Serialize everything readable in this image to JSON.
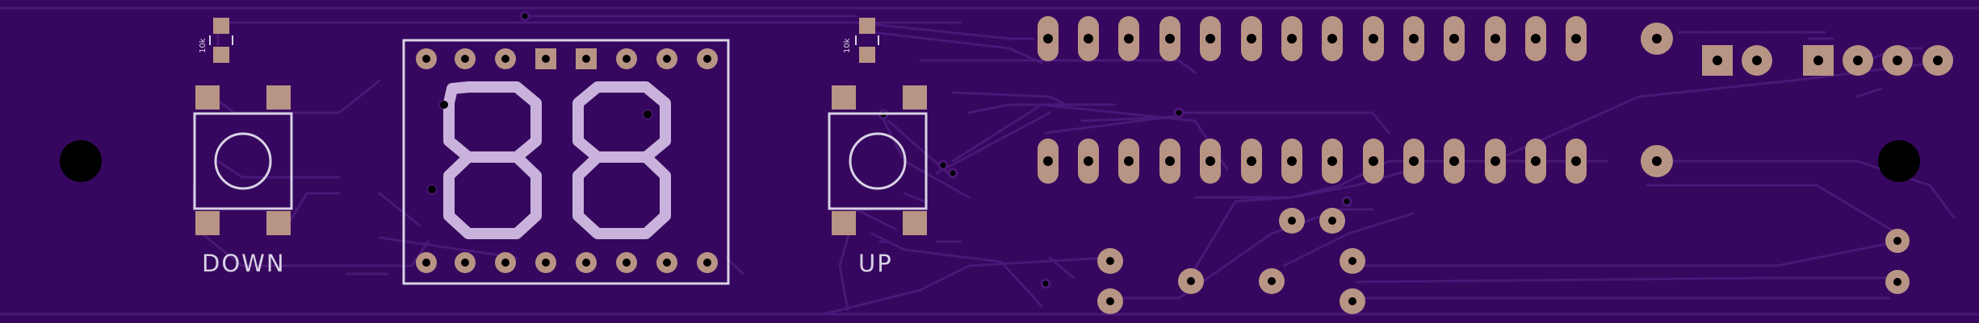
{
  "board": {
    "background": "#36075e",
    "trace_color": "#4a1878",
    "pad_color": "#b89484",
    "silk_color": "#d9d2e6"
  },
  "labels": {
    "down": "DOWN",
    "up": "UP",
    "resistor_left": "10k",
    "resistor_right": "10k"
  },
  "display": {
    "digits": [
      "8",
      "8"
    ]
  }
}
